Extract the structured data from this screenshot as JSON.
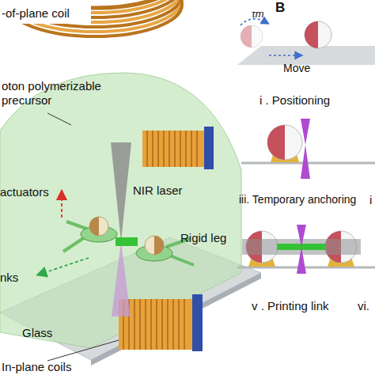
{
  "diagram": {
    "labels": [
      "-of-plane coil",
      "oton polymerizable precursor",
      "actuators",
      "NIR laser",
      "Rigid leg",
      "nks",
      "Glass",
      "In-plane coils",
      "B",
      "τm",
      "Move",
      "i . Positioning",
      "iii. Temporary anchoring",
      "i",
      "v . Printing link",
      "vi."
    ]
  }
}
